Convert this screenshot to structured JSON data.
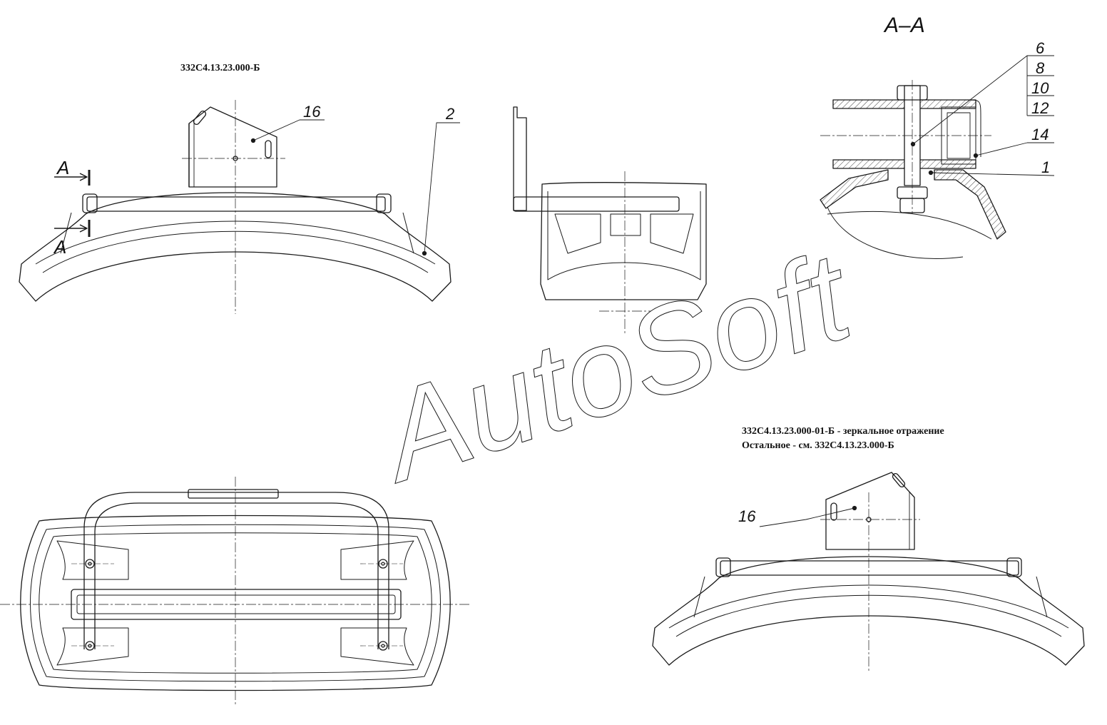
{
  "drawing": {
    "designation": "332С4.13.23.000-Б",
    "mirror_note": "332С4.13.23.000-01-Б - зеркальное отражение",
    "other_note": "Остальное - см. 332С4.13.23.000-Б",
    "section_title": "A–A",
    "section_marker": "A"
  },
  "callouts": {
    "front_view": [
      "16",
      "2"
    ],
    "section_view": [
      "6",
      "8",
      "10",
      "12",
      "14",
      "1"
    ],
    "mirror_view": [
      "16"
    ]
  },
  "watermark": {
    "text": "AutoSoft"
  },
  "colors": {
    "line": "#1a1a1a",
    "background": "#ffffff"
  }
}
